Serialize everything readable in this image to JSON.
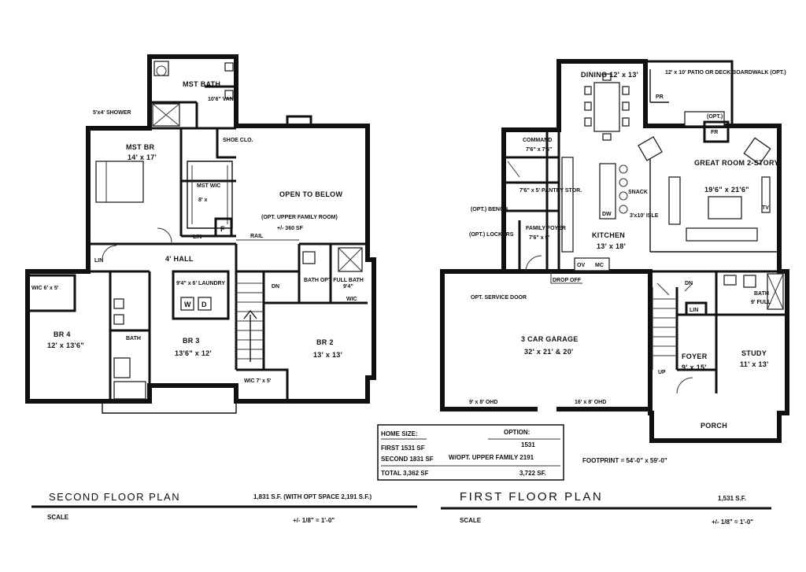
{
  "second_floor": {
    "title": "SECOND FLOOR PLAN",
    "area": "1,831 S.F. (WITH OPT SPACE 2,191 S.F.)",
    "scale_label": "SCALE",
    "scale_value": "+/- 1/8\" = 1'-0\"",
    "rooms": {
      "mstr_bath": "MST BATH",
      "vanity": "10'6\" VAN",
      "shower": "5'x4' SHOWER",
      "mstr_br": "MST BR",
      "mstr_br_dim": "14' x 17'",
      "mstr_wic": "MST WIC",
      "mstr_wic_dim": "8' x",
      "shoe_clo": "SHOE CLO.",
      "open_below": "OPEN TO BELOW",
      "opt_family": "(OPT. UPPER FAMILY ROOM)",
      "opt_family_sf": "+/- 360 SF",
      "rail": "RAIL",
      "hall": "4' HALL",
      "lin": "LIN",
      "lin2": "LIN",
      "f": "F",
      "laundry": "9'4\" x 6' LAUNDRY",
      "w": "W",
      "d": "D",
      "wic_br4": "WIC 6' x 5'",
      "br4": "BR 4",
      "br4_dim": "12' x 13'6\"",
      "bath": "BATH",
      "br3": "BR 3",
      "br3_dim": "13'6\" x 12'",
      "br2": "BR 2",
      "br2_dim": "13' x 13'",
      "opt_bath": "BATH OPT FULL BATH",
      "wic_br2": "WIC",
      "wic_br2_dim": "9'4\"",
      "wic_small": "WIC 7' x 5'",
      "dn": "DN"
    }
  },
  "first_floor": {
    "title": "FIRST FLOOR PLAN",
    "area": "1,531 S.F.",
    "scale_label": "SCALE",
    "scale_value": "+/- 1/8\" = 1'-0\"",
    "footprint": "FOOTPRINT = 54'-0\" x 59'-0\"",
    "rooms": {
      "dining": "DINING 12' x 13'",
      "patio": "12' x 10' PATIO OR DECK BOARDWALK (OPT.)",
      "fr": "FR",
      "pr": "PR",
      "opt": "(OPT.)",
      "command": "COMMAND",
      "command_dim": "7'6\" x 7'6\"",
      "pantry": "7'6\" x 5' PANTRY STOR.",
      "great_room": "GREAT ROOM 2-STORY",
      "great_room_dim": "19'6\" x 21'6\"",
      "tv": "TV",
      "snack": "SNACK",
      "island": "3'x10' ISLE",
      "dw": "DW",
      "kitchen": "KITCHEN",
      "kitchen_dim": "13' x 18'",
      "opt_bench": "(OPT.) BENCH",
      "opt_lockers": "(OPT.) LOCKERS",
      "family_foyer": "FAMILY FOYER",
      "family_foyer_dim": "7'6\" x 9'",
      "dropoff": "DROP OFF",
      "opt_service": "OPT. SERVICE DOOR",
      "garage": "3 CAR GARAGE",
      "garage_dim": "32' x 21' & 20'",
      "garage_door1": "9' x 8' OHD",
      "garage_door2": "16' x 8' OHD",
      "bath": "BATH",
      "bath_full": "9' FULL",
      "lin": "LIN",
      "foyer": "FOYER",
      "foyer_dim": "9' x 15'",
      "study": "STUDY",
      "study_dim": "11' x 13'",
      "porch": "PORCH",
      "up": "UP",
      "dn": "DN",
      "ov": "OV",
      "mc": "MC"
    }
  },
  "home_size": {
    "header_left": "HOME SIZE:",
    "header_right": "OPTION:",
    "first_label": "FIRST 1531 SF",
    "first_opt": "1531",
    "second_label": "SECOND 1831 SF",
    "second_opt": "W/OPT. UPPER FAMILY 2191",
    "total_label": "TOTAL 3,362 SF",
    "total_opt": "3,722 SF."
  }
}
